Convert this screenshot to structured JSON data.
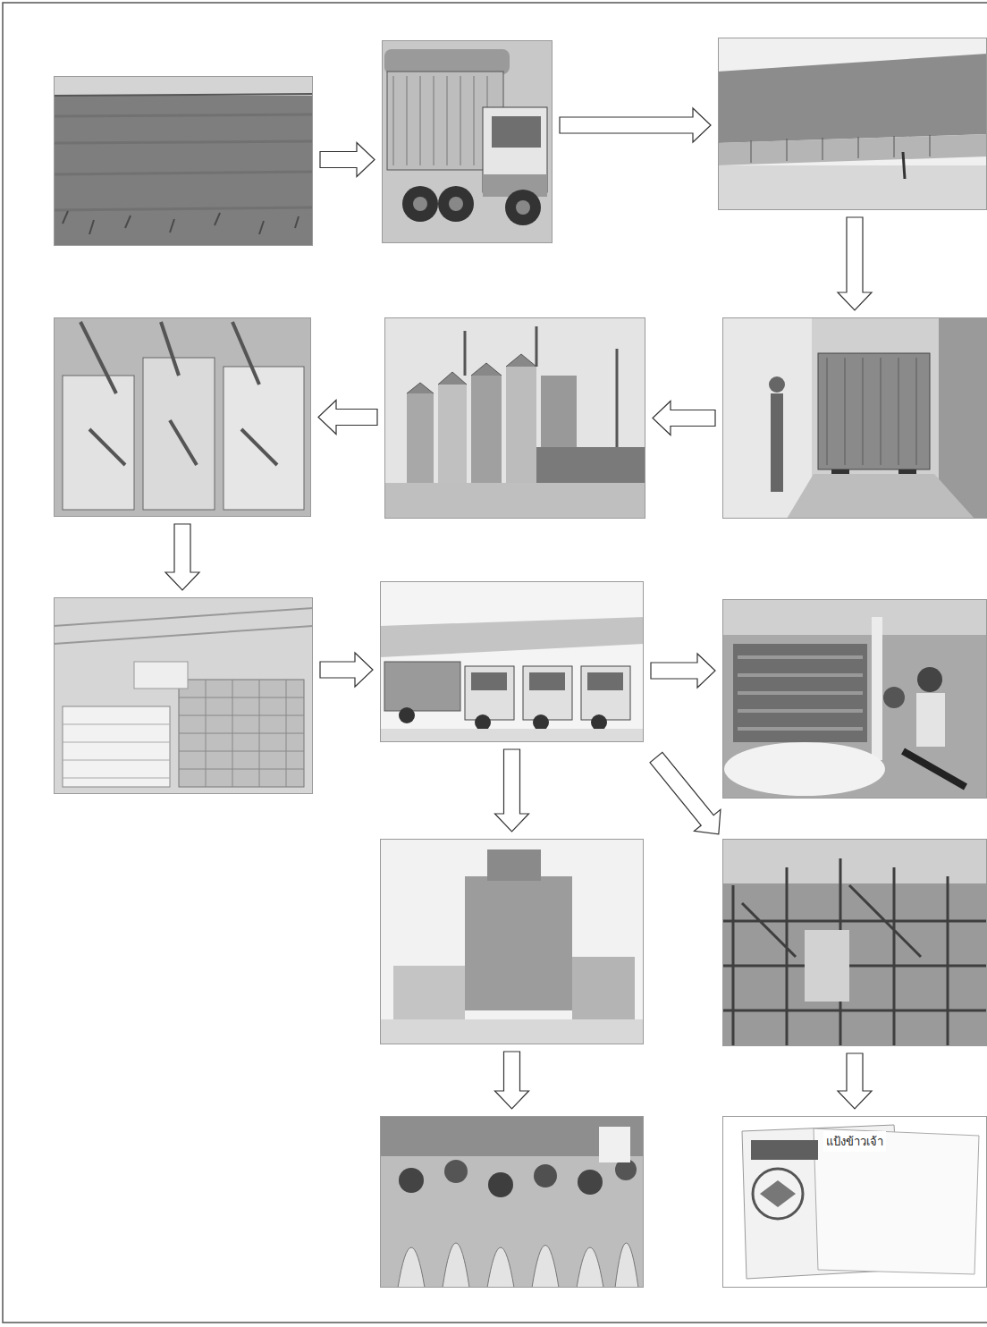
{
  "diagram": {
    "nodes": [
      {
        "text": []
      },
      {
        "text": []
      },
      {
        "text": []
      },
      {
        "text": []
      },
      {
        "text": []
      },
      {
        "text": []
      },
      {
        "text": []
      },
      {
        "text": []
      },
      {
        "text": []
      },
      {
        "text": []
      },
      {
        "text": []
      },
      {
        "text": []
      },
      {
        "text": [
          "แป้งข้าวเจ้า"
        ]
      }
    ],
    "edges": [
      {
        "from": 0,
        "to": 1,
        "arrow": "to"
      },
      {
        "from": 1,
        "to": 2,
        "arrow": "to"
      },
      {
        "from": 2,
        "to": 3,
        "arrow": "to"
      },
      {
        "from": 3,
        "to": 4,
        "arrow": "to"
      },
      {
        "from": 4,
        "to": 5,
        "arrow": "to"
      },
      {
        "from": 5,
        "to": 6,
        "arrow": "to"
      },
      {
        "from": 6,
        "to": 7,
        "arrow": "to"
      },
      {
        "from": 7,
        "to": 8,
        "arrow": "to"
      },
      {
        "from": 7,
        "to": 9,
        "arrow": "to"
      },
      {
        "from": 7,
        "to": 10,
        "arrow": "to"
      },
      {
        "from": 9,
        "to": 11,
        "arrow": "to"
      },
      {
        "from": 10,
        "to": 12,
        "arrow": "to"
      }
    ]
  }
}
